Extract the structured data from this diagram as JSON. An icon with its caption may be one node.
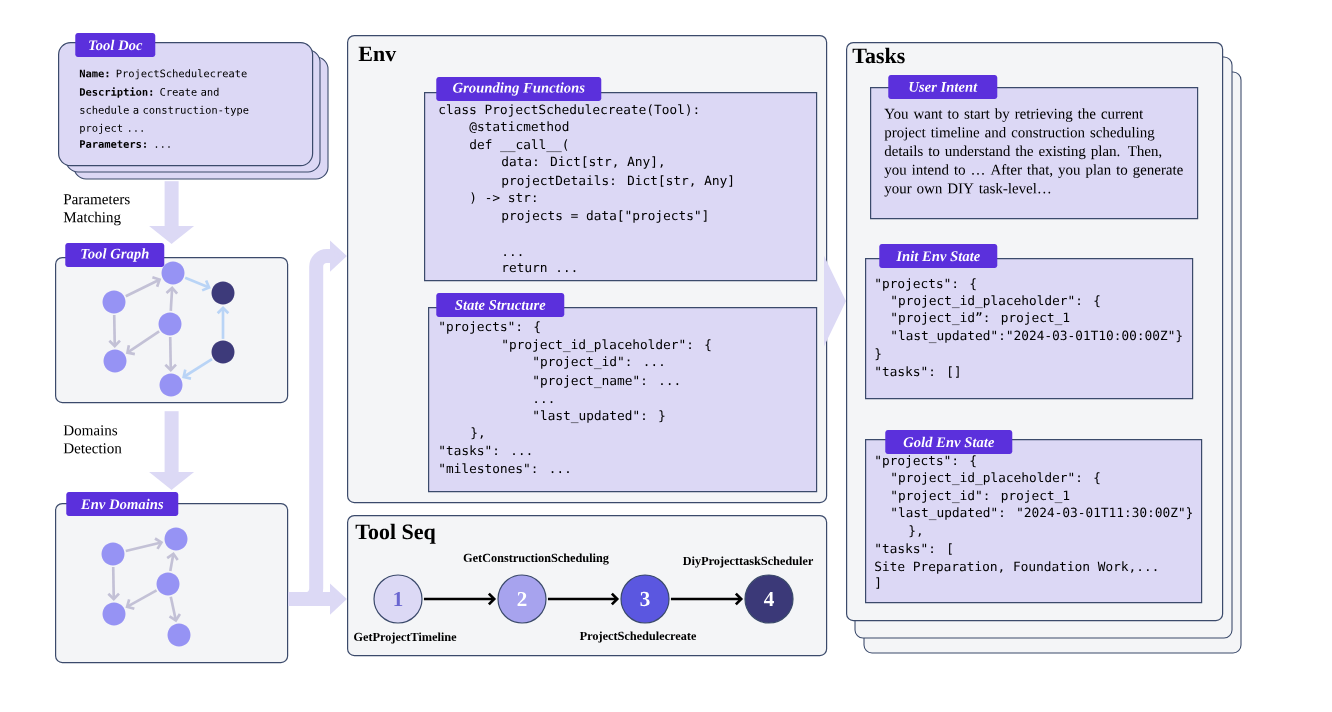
{
  "diagram": {
    "nodes": [
      {
        "text": [
          "Tool Doc",
          "**Name:** ProjectSchedulecreate",
          "**Description:** Create and schedule a construction-type project ...",
          "**Parameters:** ..."
        ]
      },
      {
        "text": [
          "Tool Graph"
        ]
      },
      {
        "text": [],
        "shape": "circle",
        "in": 1
      },
      {
        "text": [],
        "shape": "circle",
        "in": 1
      },
      {
        "text": [],
        "shape": "circle",
        "in": 1
      },
      {
        "text": [],
        "shape": "circle",
        "in": 1
      },
      {
        "text": [],
        "shape": "circle",
        "in": 1
      },
      {
        "text": [],
        "shape": "circle",
        "in": 1
      },
      {
        "text": [],
        "shape": "circle",
        "in": 1
      },
      {
        "text": [
          "Env Domains"
        ]
      },
      {
        "text": [],
        "shape": "circle",
        "in": 9
      },
      {
        "text": [],
        "shape": "circle",
        "in": 9
      },
      {
        "text": [],
        "shape": "circle",
        "in": 9
      },
      {
        "text": [],
        "shape": "circle",
        "in": 9
      },
      {
        "text": [],
        "shape": "circle",
        "in": 9
      },
      {
        "text": [
          "Env"
        ]
      },
      {
        "text": [
          "Grounding Functions",
          "class ProjectSchedulecreate(Tool):",
          "@staticmethod",
          "def __call__(",
          "data: Dict[str, Any],",
          "projectDetails: Dict[str, Any]",
          ") -> str:",
          "projects = data[\"projects\"]",
          "...",
          "return ..."
        ],
        "in": 15
      },
      {
        "text": [
          "State Structure",
          "\"projects\": {",
          "\"project_id_placeholder\": {",
          "\"project_id\": ...",
          "\"project_name\": ...",
          "...",
          "\"last_updated\": }",
          "},",
          "\"tasks\": ...",
          "\"milestones\": ..."
        ],
        "in": 15
      },
      {
        "text": [
          "Tool Seq"
        ]
      },
      {
        "text": [
          "1"
        ],
        "beside": [
          "GetProjectTimeline"
        ],
        "in": 18
      },
      {
        "text": [
          "2"
        ],
        "beside": [
          "GetConstructionScheduling"
        ],
        "in": 18
      },
      {
        "text": [
          "3"
        ],
        "beside": [
          "ProjectSchedulecreate"
        ],
        "in": 18
      },
      {
        "text": [
          "4"
        ],
        "beside": [
          "DiyProjecttaskScheduler"
        ],
        "in": 18
      },
      {
        "text": [
          "Tasks"
        ]
      },
      {
        "text": [
          "User Intent",
          "You want to start by retrieving the current project timeline and construction scheduling details to understand the existing plan. Then, you intend to … After that, you plan to generate your own DIY task-level…"
        ],
        "in": 23
      },
      {
        "text": [
          "Init Env State",
          "\"projects\": {",
          "\"project_id_placeholder\": {",
          "\"project_id”: project_1",
          "\"last_updated\":\"2024-03-01T10:00:00Z\"}",
          "}",
          "\"tasks\": []"
        ],
        "in": 23
      },
      {
        "text": [
          "Gold Env State",
          "\"projects\": {",
          "\"project_id_placeholder\": {",
          "\"project_id\": project_1",
          "\"last_updated\": \"2024-03-01T11:30:00Z\"}",
          "},",
          "\"tasks\": [",
          "Site Preparation, Foundation Work,...",
          "]"
        ],
        "in": 23
      }
    ],
    "edges": [
      {
        "from": 0,
        "to": 1,
        "arrow": "to",
        "label": "Parameters Matching",
        "style": "thick",
        "color": "#dcd9f5"
      },
      {
        "from": 1,
        "to": 9,
        "arrow": "to",
        "label": "Domains Detection",
        "style": "thick",
        "color": "#dcd9f5"
      },
      {
        "from": 9,
        "to": 15,
        "arrow": "to",
        "style": "thick",
        "color": "#dcd9f5"
      },
      {
        "from": 9,
        "to": 18,
        "arrow": "to",
        "style": "thick",
        "color": "#dcd9f5"
      },
      {
        "from": 15,
        "to": 23,
        "arrow": "to",
        "style": "thick",
        "color": "#dcd9f5"
      },
      {
        "from": 2,
        "to": 4,
        "arrow": "to"
      },
      {
        "from": 2,
        "to": 3,
        "arrow": "to"
      },
      {
        "from": 5,
        "to": 4,
        "arrow": "to"
      },
      {
        "from": 5,
        "to": 3,
        "arrow": "to"
      },
      {
        "from": 5,
        "to": 6,
        "arrow": "to"
      },
      {
        "from": 4,
        "to": 7,
        "arrow": "to",
        "color": "#b9d4f6"
      },
      {
        "from": 8,
        "to": 7,
        "arrow": "to",
        "color": "#b9d4f6"
      },
      {
        "from": 8,
        "to": 6,
        "arrow": "to",
        "color": "#b9d4f6"
      },
      {
        "from": 10,
        "to": 13,
        "arrow": "to"
      },
      {
        "from": 10,
        "to": 11,
        "arrow": "to"
      },
      {
        "from": 12,
        "to": 13,
        "arrow": "to"
      },
      {
        "from": 12,
        "to": 11,
        "arrow": "to"
      },
      {
        "from": 12,
        "to": 14,
        "arrow": "to"
      },
      {
        "from": 19,
        "to": 20,
        "arrow": "to",
        "color": "#000000"
      },
      {
        "from": 20,
        "to": 21,
        "arrow": "to",
        "color": "#000000"
      },
      {
        "from": 21,
        "to": 22,
        "arrow": "to",
        "color": "#000000"
      }
    ]
  }
}
